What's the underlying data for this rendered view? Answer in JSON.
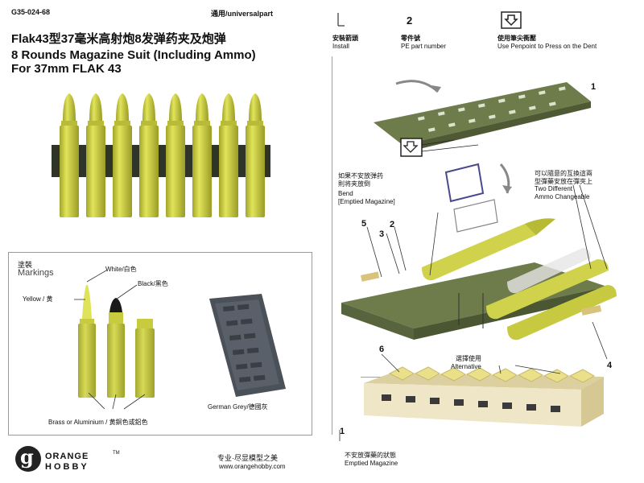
{
  "header": {
    "product_code": "G35-024-68",
    "category": "通用/universalpart",
    "title_cn": "Flak43型37毫米高射炮8发弹药夹及炮弹",
    "title_en_line1": "8 Rounds Magazine Suit (Including Ammo)",
    "title_en_line2": "For 37mm FLAK 43"
  },
  "legend": {
    "install_cn": "安裝箭頭",
    "install_en": "Install",
    "part_number_symbol": "2",
    "part_cn": "零件號",
    "part_en": "PE part number",
    "pen_cn": "使用筆尖衝壓",
    "pen_en": "Use Penpoint to Press on the Dent"
  },
  "markings": {
    "title_cn": "塗裝",
    "title_en": "Markings",
    "white": "White/白色",
    "black": "Black/黑色",
    "yellow": "Yellow / 黄",
    "brass": "Brass or Aluminium / 黄銅色或鋁色",
    "grey": "German Grey/德國灰"
  },
  "assembly": {
    "step_1_top": "1",
    "step_1_bottom": "1",
    "part_2": "2",
    "part_3": "3",
    "part_4": "4",
    "part_5": "5",
    "part_6": "6",
    "bend_cn_1": "如果不安放弹药",
    "bend_cn_2": "則将夹放倒",
    "bend_en_1": "Bend",
    "bend_en_2": "[Emptied Magazine]",
    "change_cn_1": "可以隨意的互換這兩",
    "change_cn_2": "型彈藥安放在彈夾上",
    "change_en_1": "Two Different",
    "change_en_2": "Ammo Changeable",
    "alt_cn": "選擇使用",
    "alt_en": "Alternative",
    "empty_cn": "不安放彈藥的狀態",
    "empty_en": "Emptied Magazine"
  },
  "footer": {
    "brand_line1": "ORANGE",
    "brand_line2": "HOBBY",
    "brand_letter": "g",
    "tm": "TM",
    "slogan": "专业·尽显模型之美",
    "website": "www.orangehobby.com"
  },
  "colors": {
    "shell_yellow": "#c9cc3a",
    "casing_olive": "#b6b84a",
    "magazine_olive": "#6b7a48",
    "german_grey": "#4a5058",
    "brass_pe": "#d9c27a"
  },
  "icons": [
    "install-arrow-icon",
    "pen-press-icon",
    "brand-logo-icon"
  ]
}
